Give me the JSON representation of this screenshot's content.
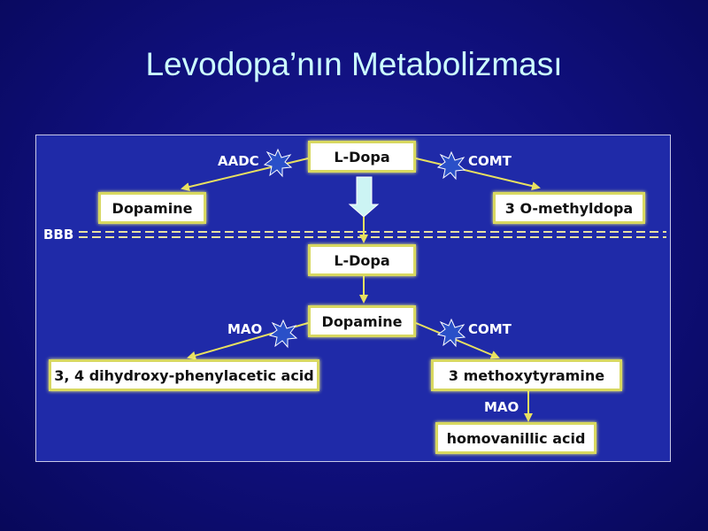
{
  "title": "Levodopa’nın Metabolizması",
  "diagram": {
    "nodes": {
      "ldopa_top": "L-Dopa",
      "dopamine_left": "Dopamine",
      "methyldopa": "3 O-methyldopa",
      "ldopa_brain": "L-Dopa",
      "dopamine_brain": "Dopamine",
      "dopac": "3, 4 dihydroxy-phenylacetic acid",
      "methoxytyramine": "3 methoxytyramine",
      "hva": "homovanillic acid"
    },
    "labels": {
      "aadc": "AADC",
      "comt_top": "COMT",
      "bbb": "BBB",
      "mao_left": "MAO",
      "comt_bottom": "COMT",
      "mao_bottom": "MAO"
    },
    "colors": {
      "background": "#0f0f7a",
      "panel": "#1f2aa8",
      "arrow": "#e8e060",
      "barrier": "#e8e0a0",
      "title": "#ccffff",
      "inhibitor": "#2a50c8",
      "big_arrow": "#ccf4f4"
    }
  }
}
